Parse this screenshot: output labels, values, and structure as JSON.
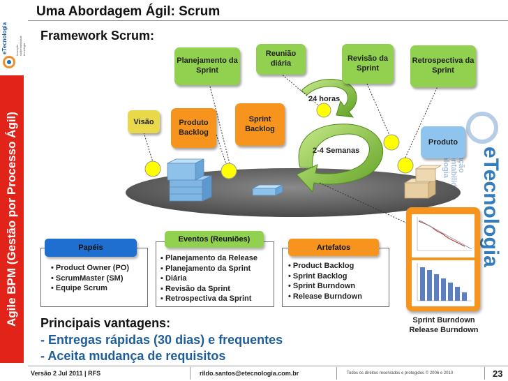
{
  "sidebar": {
    "logo_text": "eTecnologia",
    "logo_sub": "Inovação sustentabilidade tecnologia",
    "vertical_title": "Agile BPM (Gestão por Processo Ágil)"
  },
  "header": {
    "title": "Uma Abordagem Ágil: Scrum",
    "subtitle": "Framework Scrum:"
  },
  "diagram": {
    "planejamento": "Planejamento da Sprint",
    "reuniao": "Reunião diária",
    "revisao": "Revisão da Sprint",
    "retrospectiva": "Retrospectiva da Sprint",
    "visao": "Visão",
    "produto_backlog": "Produto Backlog",
    "sprint_backlog": "Sprint Backlog",
    "produto": "Produto",
    "horas": "24 horas",
    "semanas": "2-4 Semanas"
  },
  "panels": {
    "papeis": {
      "title": "Papéis",
      "items": [
        "• Product Owner (PO)",
        "• ScrumMaster (SM)",
        "• Equipe Scrum"
      ]
    },
    "eventos": {
      "title": "Eventos (Reuniões)",
      "items": [
        "▪ Planejamento da Release",
        "▪ Planejamento da  Sprint",
        "▪ Diária",
        "▪ Revisão da  Sprint",
        "▪ Retrospectiva da Sprint"
      ]
    },
    "artefatos": {
      "title": "Artefatos",
      "items": [
        "• Product Backlog",
        "• Sprint  Backlog",
        "• Sprint  Burndown",
        "• Release Burndown"
      ]
    }
  },
  "burndown": {
    "caption1": "Sprint Burndown",
    "caption2": "Release Burndown"
  },
  "watermark": {
    "brand": "eTecnologia",
    "small": "Inovação sustentabilidade tecnologia"
  },
  "advantages": {
    "title": "Principais vantagens:",
    "items": [
      "- Entregas rápidas (30 dias) e frequentes",
      "- Aceita mudança de requisitos"
    ]
  },
  "footer": {
    "left": "Versão 2  Jul 2011 | RFS",
    "email": "rildo.santos@etecnologia.com.br",
    "rights": "Todos os direitos reservados e protegidos © 2006 e 2010",
    "page": "23"
  },
  "colors": {
    "red": "#e2231a",
    "green": "#92d050",
    "orange": "#f7941d",
    "blue": "#1f5d99",
    "yellow": "#ffff00"
  }
}
